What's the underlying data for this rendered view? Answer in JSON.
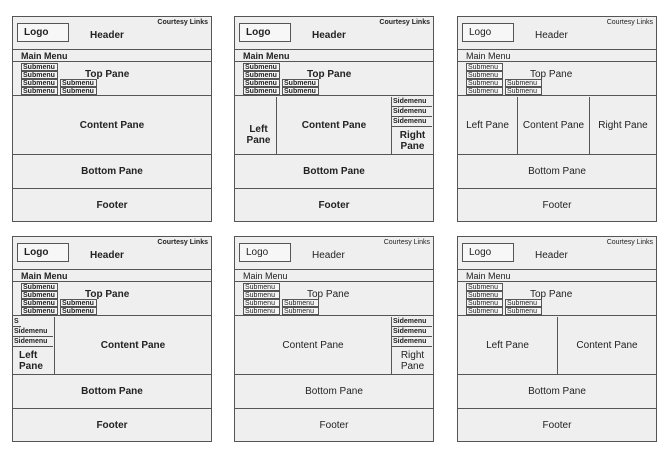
{
  "labels": {
    "logo": "Logo",
    "header": "Header",
    "courtesy_links": "Courtesy Links",
    "main_menu": "Main Menu",
    "top_pane": "Top Pane",
    "submenu": "Submenu",
    "content_pane": "Content Pane",
    "left_pane": "Left Pane",
    "right_pane": "Right Pane",
    "sidemenu": "Sidemenu",
    "side_s": "S",
    "bottom_pane": "Bottom Pane",
    "footer": "Footer"
  }
}
